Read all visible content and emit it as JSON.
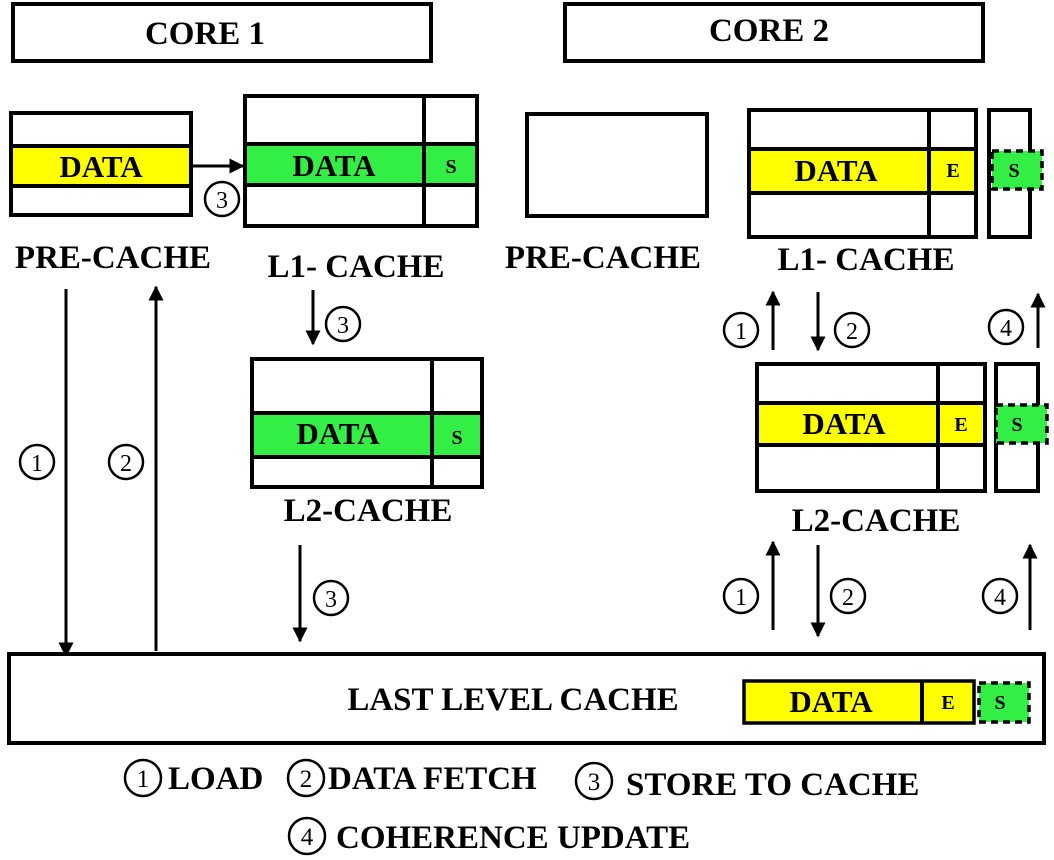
{
  "cores": {
    "core1_title": "CORE 1",
    "core2_title": "CORE 2"
  },
  "core1": {
    "precache_label": "PRE-CACHE",
    "precache_data": "DATA",
    "l1_label": "L1- CACHE",
    "l1_data": "DATA",
    "l1_state": "S",
    "l2_label": "L2-CACHE",
    "l2_data": "DATA",
    "l2_state": "S"
  },
  "core2": {
    "precache_label": "PRE-CACHE",
    "l1_label": "L1- CACHE",
    "l1_data": "DATA",
    "l1_state": "E",
    "l1_new_state": "S",
    "l2_label": "L2-CACHE",
    "l2_data": "DATA",
    "l2_state": "E",
    "l2_new_state": "S"
  },
  "llc": {
    "label": "LAST LEVEL CACHE",
    "data": "DATA",
    "state": "E",
    "new_state": "S"
  },
  "steps": {
    "one": "1",
    "two": "2",
    "three": "3",
    "four": "4"
  },
  "legend": {
    "load": "LOAD",
    "data_fetch": "DATA FETCH",
    "store": "STORE TO CACHE",
    "coherence": "COHERENCE UPDATE"
  },
  "colors": {
    "data_yellow": "#ffff00",
    "data_green": "#33ee44"
  }
}
